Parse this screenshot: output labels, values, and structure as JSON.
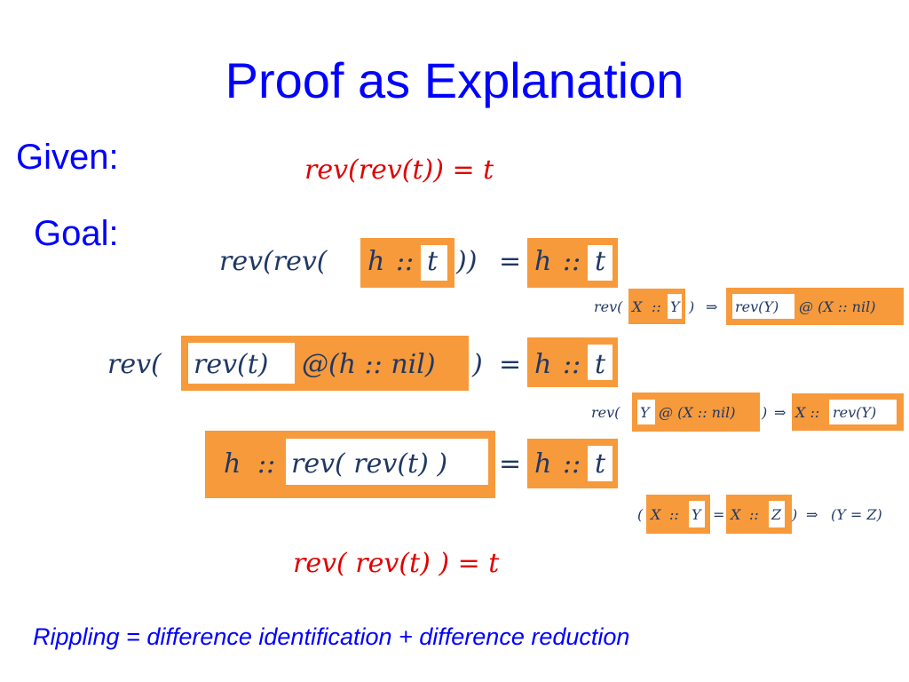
{
  "title": "Proof as Explanation",
  "given_label": "Given:",
  "goal_label": "Goal:",
  "given_eq": "rev(rev(t)) = t",
  "goal": {
    "pre": "rev(rev(",
    "h": "h",
    "cons": "::",
    "t": "t",
    "post": "))",
    "eq": "=",
    "rhs_h": "h",
    "rhs_cons": "::",
    "rhs_t": "t"
  },
  "rule1": {
    "lhs_pre": "rev(",
    "X": "X",
    "cons": "::",
    "Y": "Y",
    "lhs_post": ")",
    "arrow": "⇒",
    "rev_Y": "rev(Y)",
    "rest": "@ (X :: nil)"
  },
  "step2": {
    "pre": "rev(",
    "rev_t": "rev(t)",
    "mid": "@(h :: nil)",
    "post": ")",
    "eq": "=",
    "rhs_h": "h",
    "rhs_cons": "::",
    "rhs_t": "t"
  },
  "rule2": {
    "lhs_pre": "rev(",
    "Y": "Y",
    "rest": "@ (X :: nil)",
    "lhs_post": ")",
    "arrow": "⇒",
    "X_cons": "X ::",
    "rev_Y": "rev(Y)"
  },
  "step3": {
    "h": "h",
    "cons": "::",
    "inner": "rev( rev(t) )",
    "eq": "=",
    "rhs_h": "h",
    "rhs_cons": "::",
    "rhs_t": "t"
  },
  "rule3": {
    "open": "(",
    "X": "X",
    "cons": "::",
    "Y": "Y",
    "eq": "=",
    "X2": "X",
    "cons2": "::",
    "Z": "Z",
    "close": ")",
    "arrow": "⇒",
    "result": "(Y = Z)"
  },
  "final_eq": "rev( rev(t) ) = t",
  "footer": "Rippling = difference identification + difference reduction",
  "colors": {
    "title": "#0000ff",
    "red": "#e00000",
    "math": "#1f3864",
    "orange": "#f79a3b"
  }
}
